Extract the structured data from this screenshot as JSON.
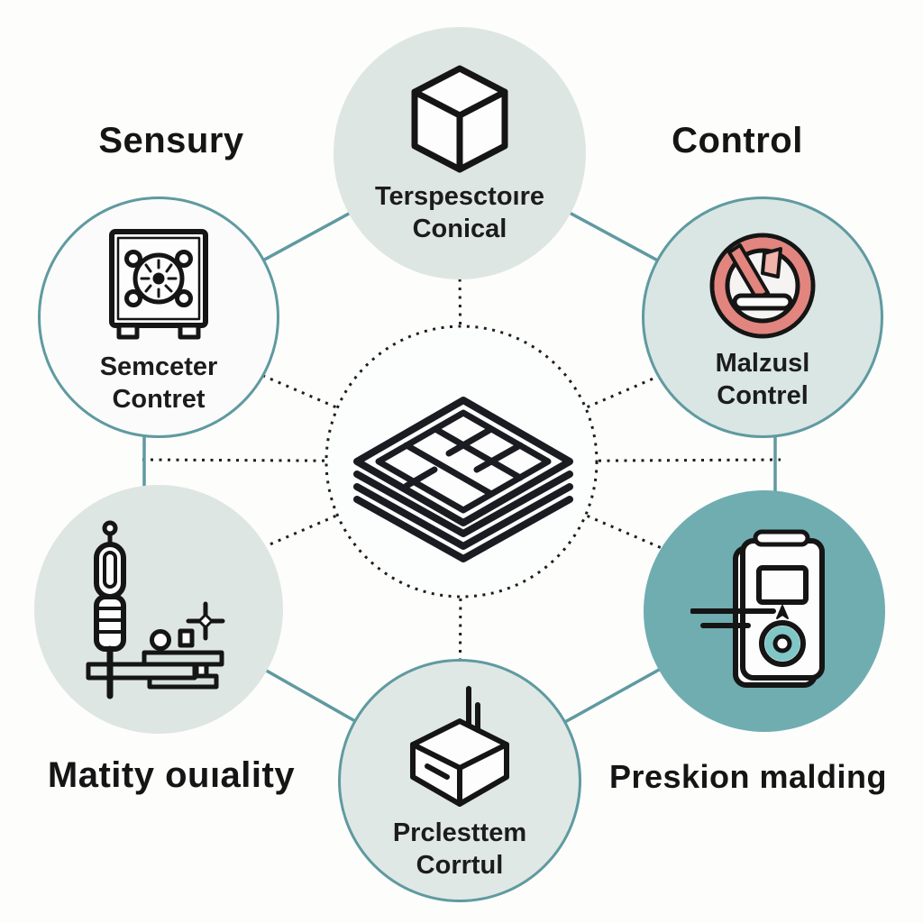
{
  "colors": {
    "background": "#fdfdfc",
    "teal_line": "#5f9aa0",
    "node_fill_light": "#dee6e3",
    "node_fill_white": "#fafbfa",
    "node_fill_teal_light": "#d9e6e3",
    "node_fill_teal_dark": "#6fadb1",
    "prohibition_red": "#e2857e",
    "dial_ring_teal": "#7fc6c7",
    "outline": "#1a1a1a",
    "text": "#1c1c1c"
  },
  "corner_labels": {
    "top_left": "Sensury",
    "top_right": "Control",
    "bottom_left": "Matity ouıality",
    "bottom_right": "Preskion malding"
  },
  "nodes": {
    "top_center": {
      "icon": "cube-icon",
      "lines": [
        "Terspesctoıre",
        "Conical"
      ]
    },
    "top_left": {
      "icon": "dial-panel-icon",
      "lines": [
        "Semceter",
        "Contret"
      ]
    },
    "top_right": {
      "icon": "prohibition-tool-icon",
      "lines": [
        "Malzusl",
        "Contrel"
      ]
    },
    "center": {
      "icon": "stacked-layers-icon"
    },
    "bottom_left": {
      "icon": "lab-apparatus-icon"
    },
    "bottom_right": {
      "icon": "handheld-meter-icon"
    },
    "bottom_center": {
      "icon": "open-box-insert-icon",
      "lines": [
        "Prclesttem",
        "Corrtul"
      ]
    }
  }
}
